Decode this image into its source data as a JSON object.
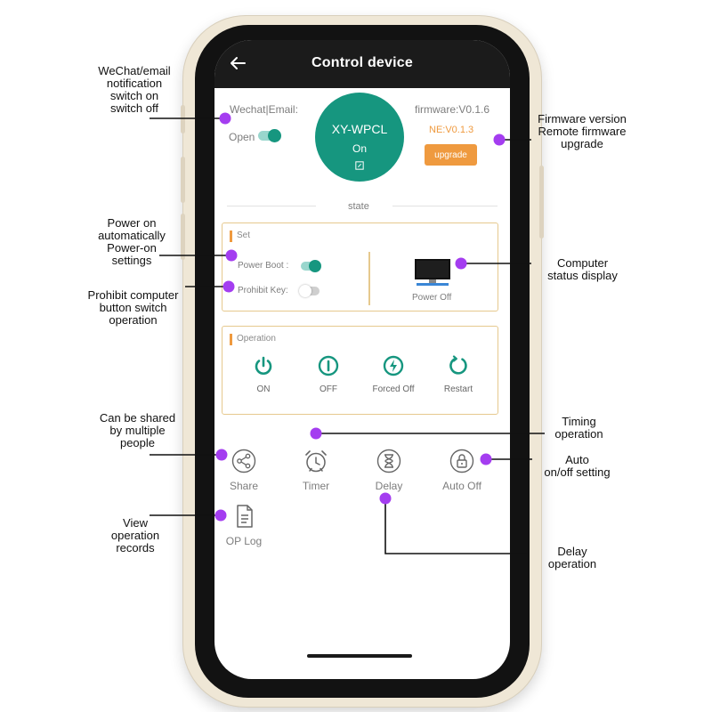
{
  "appbar": {
    "title": "Control device"
  },
  "notify": {
    "label": "Wechat|Email:",
    "state_label": "Open"
  },
  "device": {
    "name": "XY-WPCL",
    "status": "On"
  },
  "firmware": {
    "version": "firmware:V0.1.6",
    "ne_version": "NE:V0.1.3",
    "upgrade_label": "upgrade"
  },
  "state_label": "state",
  "set_card": {
    "title": "Set",
    "power_boot_label": "Power Boot :",
    "prohibit_key_label": "Prohibit Key:",
    "computer_status": "Power Off"
  },
  "operation_card": {
    "title": "Operation",
    "buttons": [
      {
        "label": "ON",
        "icon": "power-icon"
      },
      {
        "label": "OFF",
        "icon": "pause-circle-icon"
      },
      {
        "label": "Forced Off",
        "icon": "lightning-icon"
      },
      {
        "label": "Restart",
        "icon": "restart-icon"
      }
    ]
  },
  "tools": [
    {
      "label": "Share",
      "icon": "share-icon"
    },
    {
      "label": "Timer",
      "icon": "alarm-clock-icon"
    },
    {
      "label": "Delay",
      "icon": "hourglass-icon"
    },
    {
      "label": "Auto Off",
      "icon": "lock-icon"
    },
    {
      "label": "OP Log",
      "icon": "document-icon"
    }
  ],
  "annotations": {
    "wechat": [
      "WeChat/email",
      "notification",
      "switch on",
      "switch off"
    ],
    "firmware": [
      "Firmware version",
      "Remote firmware",
      "upgrade"
    ],
    "power_on": [
      "Power on",
      "automatically",
      "Power-on",
      "settings"
    ],
    "computer_status": [
      "Computer",
      "status display"
    ],
    "prohibit": [
      "Prohibit computer",
      "button switch",
      "operation"
    ],
    "shared": [
      "Can be shared",
      "by multiple",
      "people"
    ],
    "timing": [
      "Timing",
      "operation"
    ],
    "auto": [
      "Auto",
      "on/off setting"
    ],
    "view": [
      "View",
      "operation",
      "records"
    ],
    "delay": [
      "Delay",
      "operation"
    ]
  },
  "colors": {
    "teal": "#16967f",
    "orange": "#ef9a3f",
    "card_border": "#e6c98e",
    "annotation_dot": "#a43df0",
    "appbar": "#1b1b1b",
    "phone_frame": "#efe7d6"
  }
}
